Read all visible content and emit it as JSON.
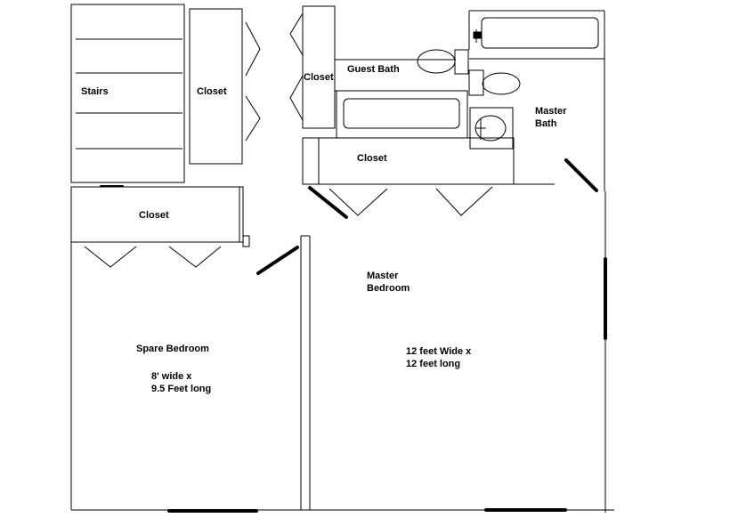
{
  "labels": {
    "stairs": "Stairs",
    "closet_stairs": "Closet",
    "closet_guest": "Closet",
    "guest_bath": "Guest Bath",
    "master_bath_1": "Master",
    "master_bath_2": "Bath",
    "closet_hall": "Closet",
    "closet_spare": "Closet",
    "master_bedroom_1": "Master",
    "master_bedroom_2": "Bedroom",
    "master_dims_1": "12 feet Wide x",
    "master_dims_2": "12 feet long",
    "spare_bedroom": "Spare Bedroom",
    "spare_dims_1": "8' wide x",
    "spare_dims_2": "9.5 Feet long"
  },
  "colors": {
    "line": "#000000",
    "background": "#ffffff"
  }
}
